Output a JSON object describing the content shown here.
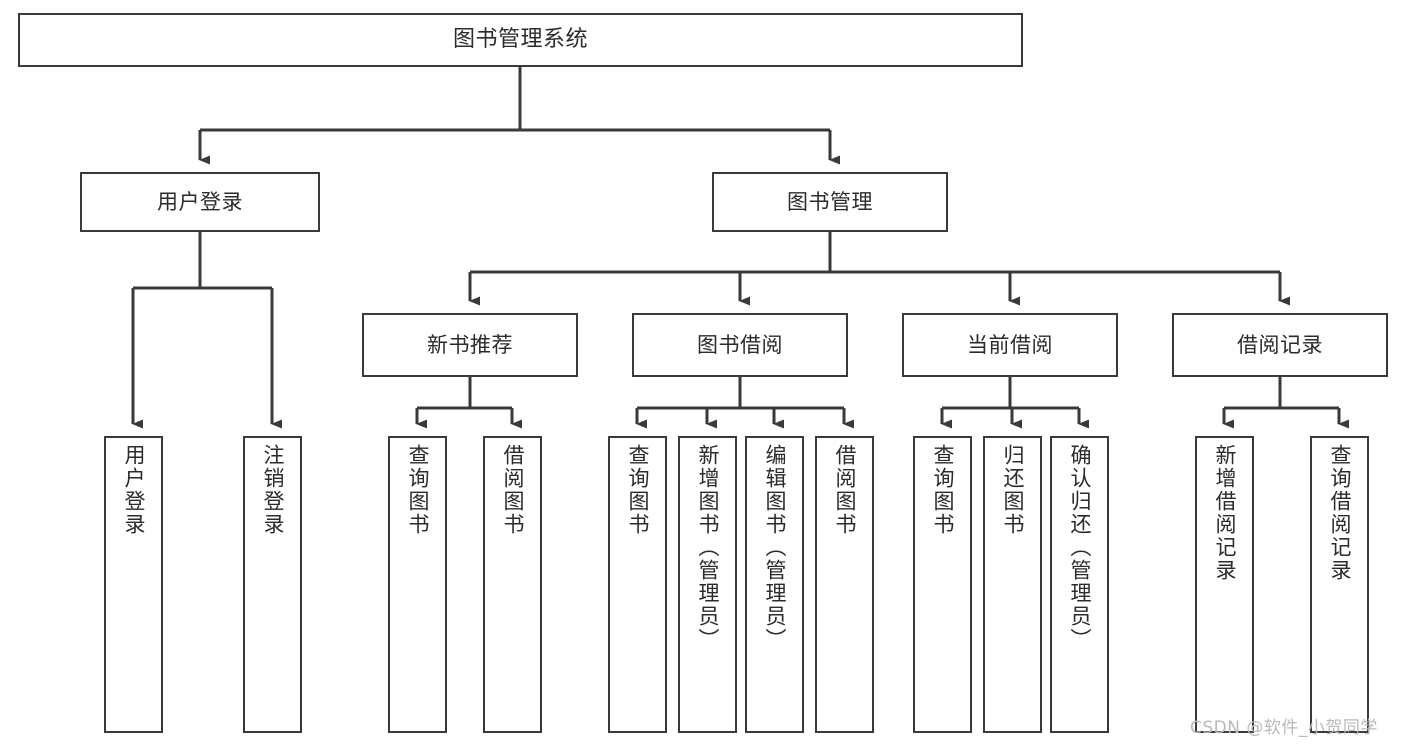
{
  "diagram": {
    "title": "图书管理系统",
    "watermark": "CSDN @软件_小贺同学",
    "line_color": "#3a3a3a",
    "text_color": "#2b2b2b",
    "background": "#ffffff",
    "watermark_color": "#b9b9b9"
  },
  "nodes": {
    "root": {
      "label": "图书管理系统"
    },
    "level2": [
      {
        "label": "用户登录"
      },
      {
        "label": "图书管理"
      }
    ],
    "level3": [
      {
        "label": "新书推荐"
      },
      {
        "label": "图书借阅"
      },
      {
        "label": "当前借阅"
      },
      {
        "label": "借阅记录"
      }
    ],
    "leaves": {
      "user_login": [
        {
          "label": "用户登录"
        },
        {
          "label": "注销登录"
        }
      ],
      "new_book_recommend": [
        {
          "label": "查询图书"
        },
        {
          "label": "借阅图书"
        }
      ],
      "book_borrow": [
        {
          "label": "查询图书"
        },
        {
          "label": "新增图书（管理员）"
        },
        {
          "label": "编辑图书（管理员）"
        },
        {
          "label": "借阅图书"
        }
      ],
      "current_borrow": [
        {
          "label": "查询图书"
        },
        {
          "label": "归还图书"
        },
        {
          "label": "确认归还（管理员）"
        }
      ],
      "borrow_records": [
        {
          "label": "新增借阅记录"
        },
        {
          "label": "查询借阅记录"
        }
      ]
    }
  }
}
